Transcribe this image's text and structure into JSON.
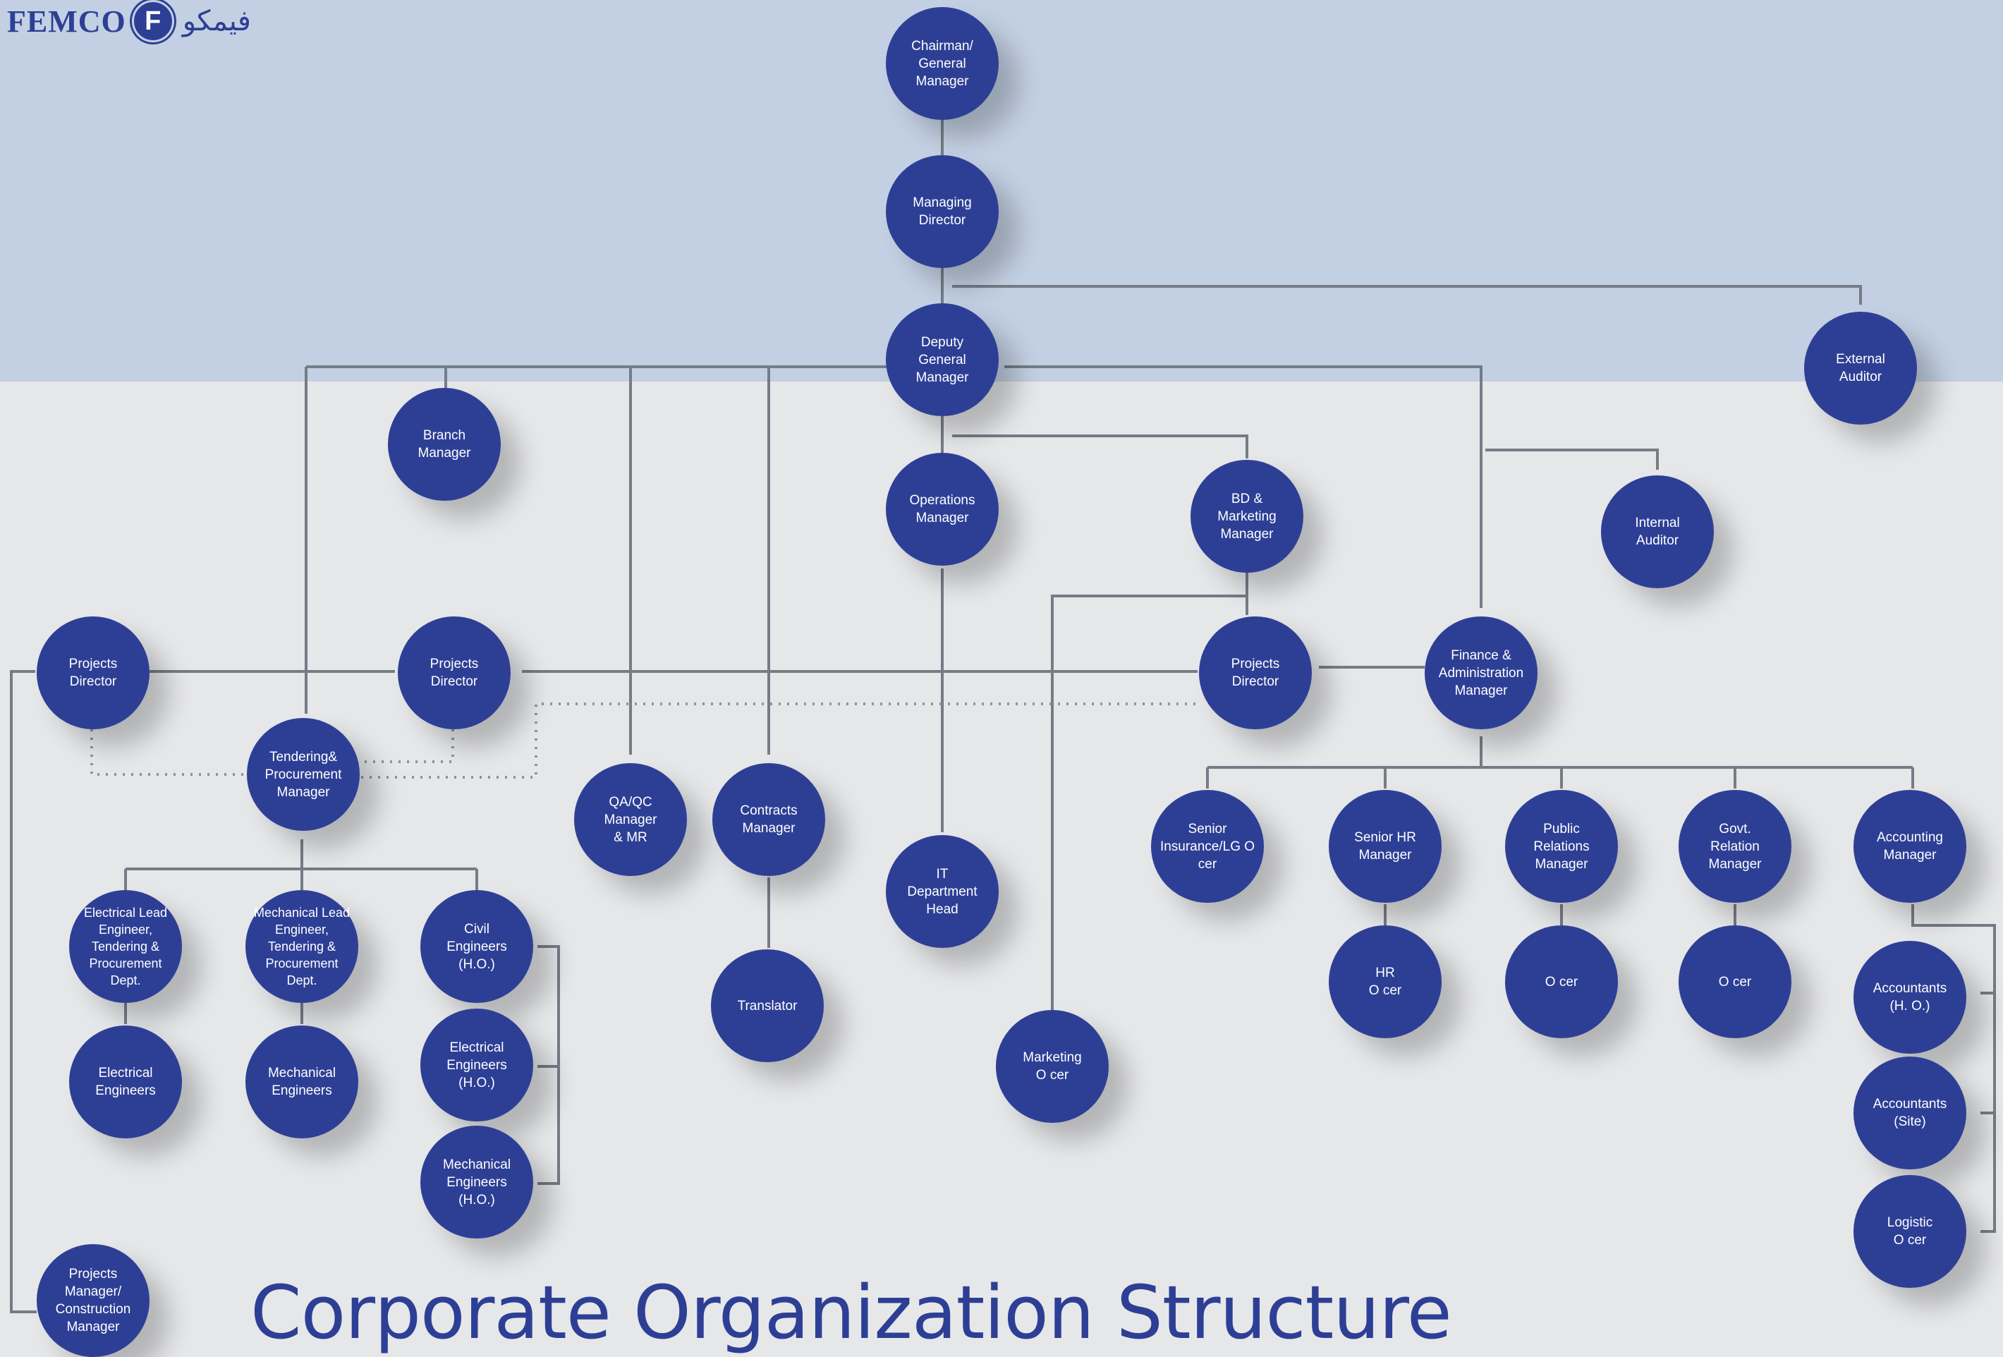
{
  "logo": {
    "text": "FEMCO",
    "mark": "F",
    "arabic": "فيمكو"
  },
  "title": "Corporate Organization Structure",
  "colors": {
    "node": "#2d3f95",
    "top_band": "#c3d0e3",
    "background": "#e6e7e9",
    "connector": "#757c86"
  },
  "nodes": {
    "chairman": "Chairman/\nGeneral\nManager",
    "managing_director": "Managing\nDirector",
    "deputy_gm": "Deputy\nGeneral\nManager",
    "external_auditor": "External\nAuditor",
    "branch_manager": "Branch\nManager",
    "operations_manager": "Operations\nManager",
    "bd_marketing_manager": "BD &\nMarketing\nManager",
    "internal_auditor": "Internal\nAuditor",
    "projects_director_left": "Projects\nDirector",
    "projects_director_mid": "Projects\nDirector",
    "projects_director_right": "Projects\nDirector",
    "finance_admin_manager": "Finance &\nAdministration\nManager",
    "tendering_manager": "Tendering&\nProcurement\nManager",
    "qaqc_manager": "QA/QC\nManager\n& MR",
    "contracts_manager": "Contracts\nManager",
    "it_head": "IT\nDepartment\nHead",
    "translator": "Translator",
    "marketing_officer": "Marketing\nO  cer",
    "senior_insurance_officer": "Senior\nInsurance/LG  O\ncer",
    "senior_hr_manager": "Senior HR\nManager",
    "public_relations_manager": "Public\nRelations\nManager",
    "govt_relation_manager": "Govt.\nRelation\nManager",
    "accounting_manager": "Accounting\nManager",
    "hr_officer": "HR\nO  cer",
    "pr_officer": "O  cer",
    "govt_officer": "O  cer",
    "accountants_ho": "Accountants\n(H. O.)",
    "accountants_site": "Accountants\n(Site)",
    "logistic_officer": "Logistic\nO  cer",
    "electrical_lead": "Electrical  Lead\nEngineer,\nTendering &\nProcurement\nDept.",
    "mechanical_lead": "Mechanical  Lead\nEngineer,\nTendering &\nProcurement\nDept.",
    "civil_engineers_ho": "Civil\nEngineers\n(H.O.)",
    "electrical_engineers": "Electrical\nEngineers",
    "mechanical_engineers": "Mechanical\nEngineers",
    "electrical_engineers_ho": "Electrical\nEngineers\n(H.O.)",
    "mechanical_engineers_ho": "Mechanical\nEngineers\n(H.O.)",
    "projects_manager_construction": "Projects\nManager/\nConstruction\nManager"
  }
}
